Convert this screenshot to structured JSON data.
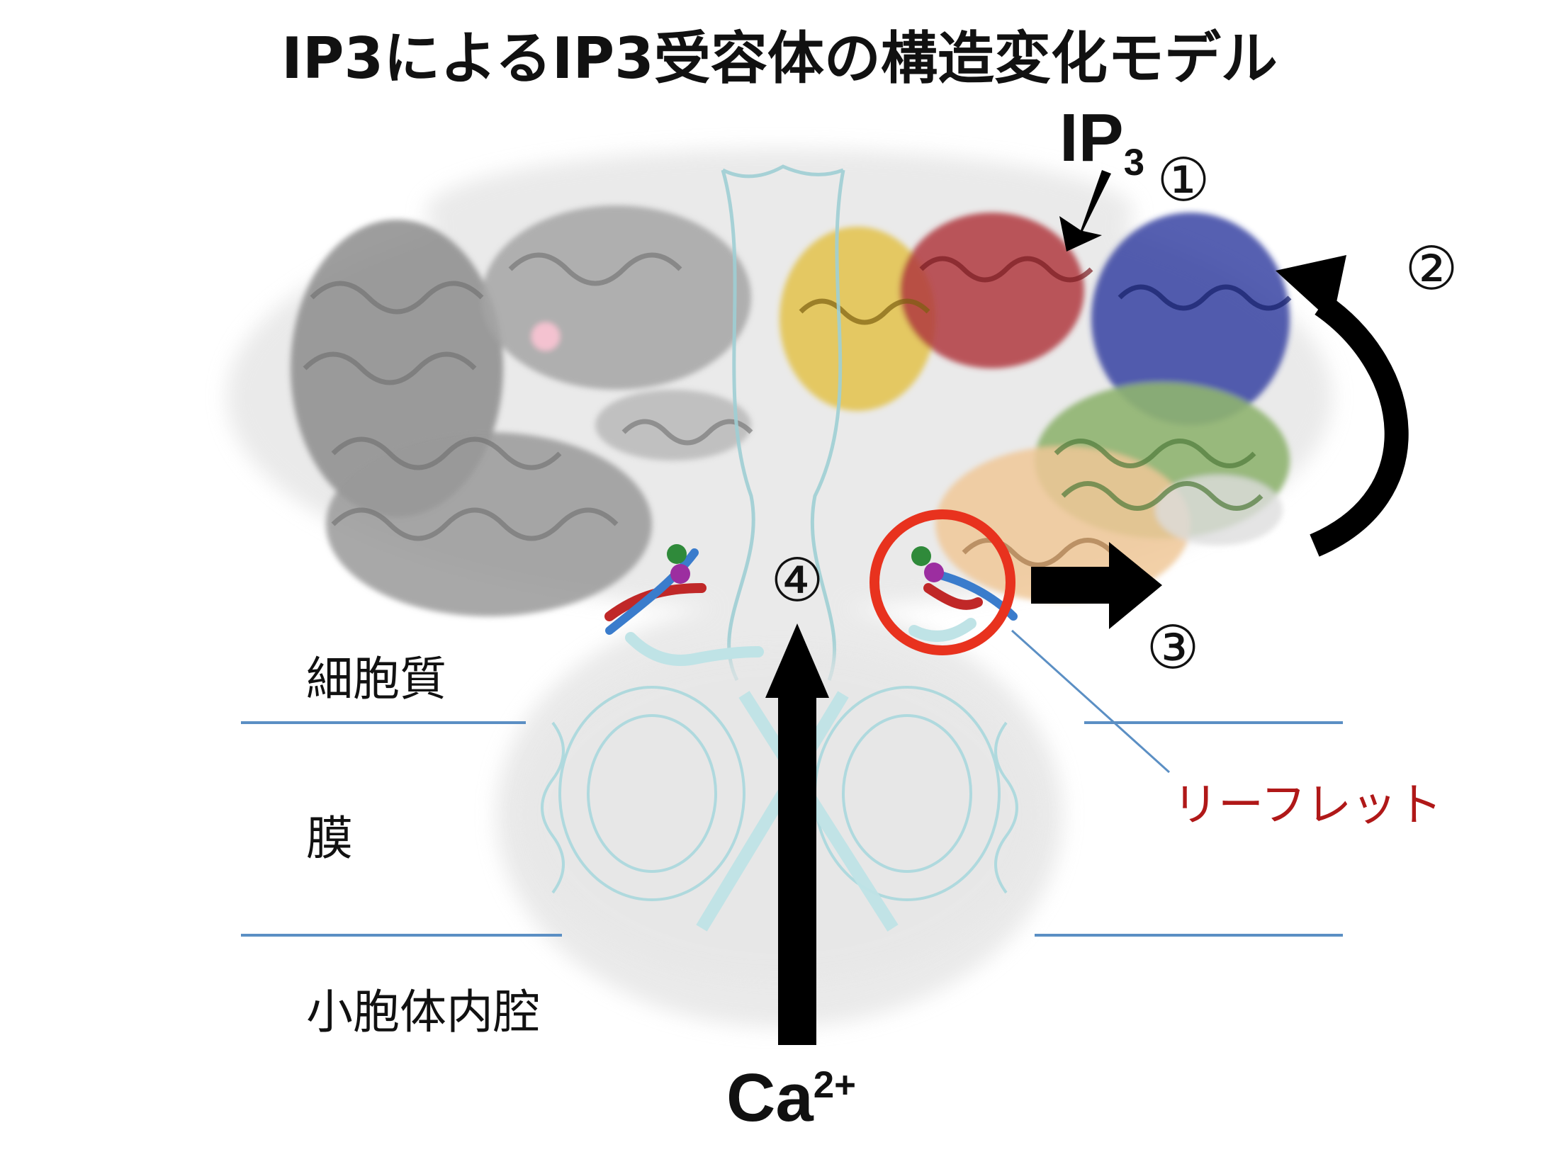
{
  "title": "IP3によるIP3受容体の構造変化モデル",
  "ligand": {
    "base": "IP",
    "sub": "3"
  },
  "ion": {
    "base": "Ca",
    "sup": "2+"
  },
  "steps": [
    "①",
    "②",
    "③",
    "④"
  ],
  "regions": {
    "cytoplasm": "細胞質",
    "membrane": "膜",
    "lumen": "小胞体内腔"
  },
  "callout": "リーフレット",
  "colors": {
    "membrane_line": "#5b8fc4",
    "highlight_circle": "#e8321e",
    "callout_text": "#b01818",
    "arrow": "#000000",
    "protein_gray": "#9a9a9a",
    "domain_yellow": "#e3c24a",
    "domain_red": "#b03a3e",
    "domain_blue": "#2a3a9e",
    "domain_green": "#8fb470",
    "domain_peach": "#f0c898",
    "tm_cyan": "#bfe3e6"
  }
}
